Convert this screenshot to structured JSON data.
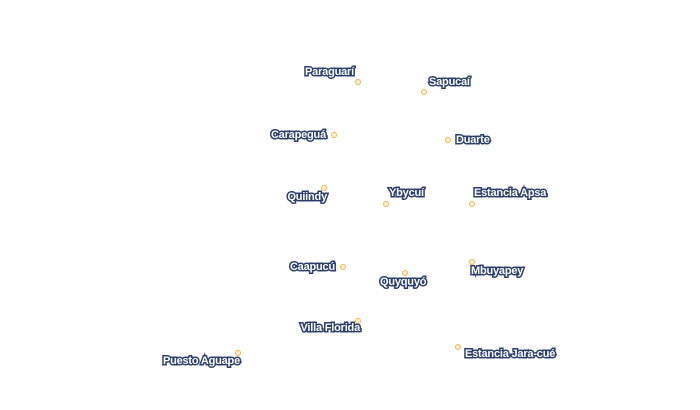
{
  "places": [
    {
      "name": "Paraguarí"
    },
    {
      "name": "Sapucaí"
    },
    {
      "name": "Carapeguá"
    },
    {
      "name": "Duarte"
    },
    {
      "name": "Quiindy"
    },
    {
      "name": "Ybycuí"
    },
    {
      "name": "Estancia Apsa"
    },
    {
      "name": "Caapucú"
    },
    {
      "name": "Quyquyó"
    },
    {
      "name": "Mbuyapey"
    },
    {
      "name": "Villa Florida"
    },
    {
      "name": "Puesto Aguape"
    },
    {
      "name": "Estancia Jara-cué"
    }
  ]
}
